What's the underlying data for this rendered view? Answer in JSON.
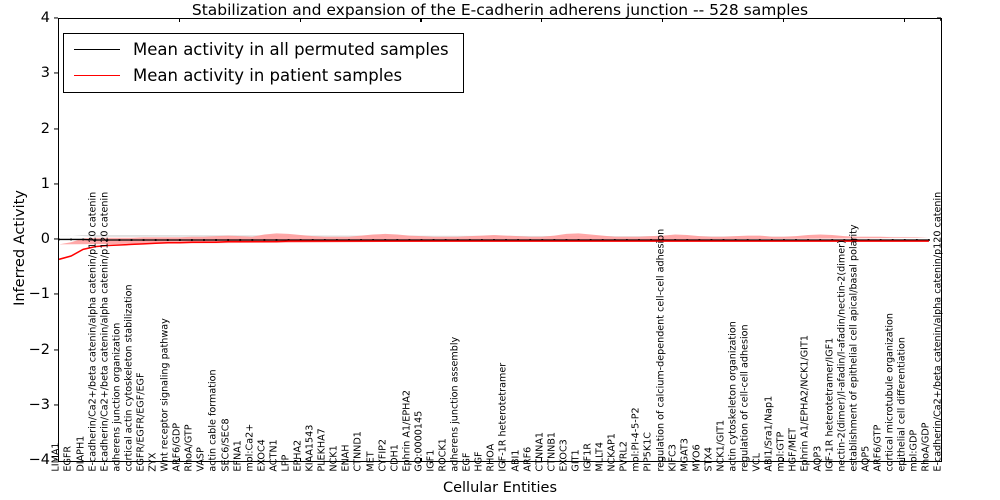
{
  "chart_data": {
    "type": "line",
    "title": "Stabilization and expansion of the E-cadherin adherens junction -- 528 samples",
    "xlabel": "Cellular Entities",
    "ylabel": "Inferred Activity",
    "ylim": [
      -4,
      4
    ],
    "yticks": [
      -4,
      -3,
      -2,
      -1,
      0,
      1,
      2,
      3,
      4
    ],
    "grid": false,
    "legend_position": "upper left",
    "sample_count": 528,
    "categories": [
      "LIMA1",
      "EGFR",
      "DIAPH1",
      "E-cadherin/Ca2+/beta catenin/alpha catenin/p120 catenin",
      "E-cadherin/Ca2+/beta catenin/alpha catenin/p120 catenin",
      "adherens junction organization",
      "cortical actin cytoskeleton stabilization",
      "EGFR/EGFR/EGF/EGF",
      "ZYX",
      "Wnt receptor signaling pathway",
      "ARF6/GDP",
      "RhoA/GTP",
      "VASP",
      "actin cable formation",
      "SEC6/SEC8",
      "EFNA1",
      "mol:Ca2+",
      "EXOC4",
      "ACTN1",
      "LPP",
      "EPHA2",
      "KIAA1543",
      "PLEKHA7",
      "NCK1",
      "ENAH",
      "CTNND1",
      "MET",
      "CYFIP2",
      "CDH1",
      "Ephrin A1/EPHA2",
      "GO:0000145",
      "IGF1",
      "ROCK1",
      "adherens junction assembly",
      "EGF",
      "HGF",
      "RHOA",
      "IGF-1R heterotetramer",
      "ABI1",
      "ARF6",
      "CTNNA1",
      "CTNNB1",
      "EXOC3",
      "GIT1",
      "IGF1R",
      "MLLT4",
      "NCKAP1",
      "PVRL2",
      "mol:PI-4-5-P2",
      "PIP5K1C",
      "regulation of calcium-dependent cell-cell adhesion",
      "KIFC3",
      "MGAT3",
      "MYO6",
      "STX4",
      "NCK1/GIT1",
      "actin cytoskeleton organization",
      "regulation of cell-cell adhesion",
      "VCL",
      "ABI1/Sra1/Nap1",
      "mol:GTP",
      "HGF/MET",
      "Ephrin A1/EPHA2/NCK1/GIT1",
      "AQP3",
      "IGF-1R heterotetramer/IGF1",
      "nectin-2(dimer)/l-afadin/l-afadin/nectin-2(dimer)",
      "establishment of epithelial cell apical/basal polarity",
      "AQP5",
      "ARF6/GTP",
      "cortical microtubule organization",
      "epithelial cell differentiation",
      "mol:GDP",
      "RhoA/GDP",
      "E-cadherin/Ca2+/beta catenin/alpha catenin/p120 catenin"
    ],
    "series": [
      {
        "name": "Mean activity in all permuted samples",
        "color": "#000000",
        "band_color": "#c8c8c8",
        "values": [
          0.01,
          0.01,
          0.01,
          0.0,
          0.0,
          0.0,
          0.0,
          0.0,
          0.0,
          0.0,
          0.0,
          0.0,
          0.0,
          0.0,
          0.0,
          0.0,
          0.0,
          0.0,
          0.0,
          0.0,
          0.0,
          0.0,
          0.0,
          0.0,
          0.0,
          0.0,
          0.0,
          0.0,
          0.0,
          0.0,
          0.0,
          0.0,
          0.0,
          0.0,
          0.0,
          0.0,
          0.0,
          0.0,
          0.0,
          0.0,
          0.0,
          0.0,
          0.0,
          0.0,
          0.0,
          0.0,
          0.0,
          0.0,
          0.0,
          0.0,
          0.0,
          0.0,
          0.0,
          0.0,
          0.0,
          0.0,
          0.0,
          0.0,
          0.0,
          0.0,
          0.0,
          0.0,
          0.0,
          0.0,
          0.0,
          0.0,
          0.0,
          0.0,
          0.0,
          0.0,
          0.0,
          0.0,
          0.0
        ],
        "band_lower": [
          -0.07,
          -0.07,
          -0.06,
          -0.05,
          -0.05,
          -0.05,
          -0.05,
          -0.05,
          -0.05,
          -0.05,
          -0.05,
          -0.05,
          -0.05,
          -0.05,
          -0.05,
          -0.05,
          -0.05,
          -0.05,
          -0.05,
          -0.05,
          -0.05,
          -0.05,
          -0.05,
          -0.05,
          -0.05,
          -0.05,
          -0.05,
          -0.05,
          -0.05,
          -0.05,
          -0.05,
          -0.05,
          -0.05,
          -0.05,
          -0.05,
          -0.05,
          -0.05,
          -0.05,
          -0.05,
          -0.05,
          -0.05,
          -0.05,
          -0.05,
          -0.05,
          -0.05,
          -0.05,
          -0.05,
          -0.05,
          -0.05,
          -0.05,
          -0.05,
          -0.05,
          -0.05,
          -0.05,
          -0.05,
          -0.05,
          -0.05,
          -0.05,
          -0.05,
          -0.05,
          -0.05,
          -0.05,
          -0.05,
          -0.05,
          -0.05,
          -0.05,
          -0.05,
          -0.05,
          -0.05,
          -0.05,
          -0.05,
          -0.05,
          -0.05
        ],
        "band_upper": [
          0.09,
          0.09,
          0.07,
          0.06,
          0.06,
          0.06,
          0.06,
          0.06,
          0.06,
          0.06,
          0.06,
          0.06,
          0.06,
          0.06,
          0.06,
          0.06,
          0.06,
          0.06,
          0.06,
          0.06,
          0.06,
          0.06,
          0.06,
          0.06,
          0.06,
          0.06,
          0.06,
          0.06,
          0.06,
          0.06,
          0.06,
          0.06,
          0.06,
          0.06,
          0.06,
          0.06,
          0.06,
          0.06,
          0.06,
          0.06,
          0.06,
          0.06,
          0.06,
          0.06,
          0.06,
          0.06,
          0.06,
          0.06,
          0.06,
          0.06,
          0.06,
          0.06,
          0.06,
          0.06,
          0.06,
          0.06,
          0.06,
          0.06,
          0.06,
          0.06,
          0.06,
          0.06,
          0.06,
          0.06,
          0.06,
          0.06,
          0.06,
          0.06,
          0.06,
          0.06,
          0.06,
          0.06,
          0.06
        ]
      },
      {
        "name": "Mean activity in patient samples",
        "color": "#ff0000",
        "band_color": "#ff9999",
        "values": [
          -0.35,
          -0.29,
          -0.17,
          -0.12,
          -0.1,
          -0.09,
          -0.08,
          -0.07,
          -0.06,
          -0.05,
          -0.05,
          -0.04,
          -0.04,
          -0.04,
          -0.03,
          -0.03,
          -0.03,
          -0.03,
          -0.03,
          -0.02,
          -0.02,
          -0.02,
          -0.02,
          -0.02,
          -0.02,
          -0.02,
          -0.02,
          -0.02,
          -0.02,
          -0.02,
          -0.02,
          -0.02,
          -0.02,
          -0.02,
          -0.02,
          -0.02,
          -0.02,
          -0.02,
          -0.02,
          -0.02,
          -0.02,
          -0.02,
          -0.02,
          -0.02,
          -0.02,
          -0.02,
          -0.02,
          -0.02,
          -0.02,
          -0.02,
          -0.02,
          -0.02,
          -0.02,
          -0.02,
          -0.02,
          -0.02,
          -0.02,
          -0.02,
          -0.02,
          -0.02,
          -0.02,
          -0.02,
          -0.02,
          -0.02,
          -0.02,
          -0.02,
          -0.02,
          -0.02,
          -0.02,
          -0.02,
          -0.02,
          -0.02,
          -0.02
        ],
        "band_lower": [
          -0.62,
          -0.55,
          -0.4,
          -0.28,
          -0.22,
          -0.19,
          -0.17,
          -0.16,
          -0.14,
          -0.13,
          -0.12,
          -0.11,
          -0.11,
          -0.13,
          -0.14,
          -0.12,
          -0.1,
          -0.16,
          -0.18,
          -0.17,
          -0.14,
          -0.11,
          -0.1,
          -0.1,
          -0.1,
          -0.12,
          -0.15,
          -0.16,
          -0.15,
          -0.13,
          -0.11,
          -0.1,
          -0.1,
          -0.1,
          -0.11,
          -0.13,
          -0.14,
          -0.13,
          -0.11,
          -0.1,
          -0.1,
          -0.12,
          -0.16,
          -0.17,
          -0.15,
          -0.12,
          -0.1,
          -0.1,
          -0.1,
          -0.11,
          -0.13,
          -0.15,
          -0.14,
          -0.12,
          -0.1,
          -0.1,
          -0.11,
          -0.13,
          -0.12,
          -0.1,
          -0.1,
          -0.11,
          -0.14,
          -0.15,
          -0.13,
          -0.11,
          -0.1,
          -0.1,
          -0.09,
          -0.09,
          -0.08,
          -0.08,
          -0.07
        ],
        "band_upper": [
          -0.08,
          -0.04,
          0.03,
          0.04,
          0.04,
          0.04,
          0.04,
          0.05,
          0.05,
          0.05,
          0.05,
          0.06,
          0.06,
          0.07,
          0.08,
          0.07,
          0.06,
          0.1,
          0.12,
          0.11,
          0.09,
          0.07,
          0.06,
          0.06,
          0.06,
          0.08,
          0.1,
          0.11,
          0.1,
          0.08,
          0.07,
          0.06,
          0.06,
          0.06,
          0.07,
          0.08,
          0.09,
          0.08,
          0.07,
          0.06,
          0.06,
          0.08,
          0.11,
          0.12,
          0.1,
          0.08,
          0.06,
          0.06,
          0.06,
          0.07,
          0.08,
          0.1,
          0.09,
          0.07,
          0.06,
          0.06,
          0.07,
          0.08,
          0.08,
          0.06,
          0.06,
          0.07,
          0.09,
          0.1,
          0.09,
          0.07,
          0.06,
          0.06,
          0.06,
          0.05,
          0.05,
          0.05,
          0.04
        ]
      }
    ]
  },
  "legend": {
    "entries": [
      {
        "label": "Mean activity in all permuted samples",
        "color": "#000000"
      },
      {
        "label": "Mean activity in patient samples",
        "color": "#ff0000"
      }
    ]
  }
}
